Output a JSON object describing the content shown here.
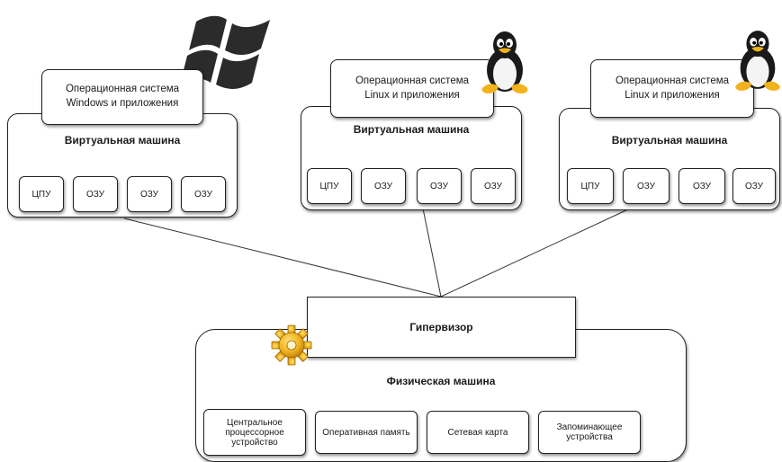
{
  "vm1": {
    "os": "Операционная система\nWindows и приложения",
    "title": "Виртуальная машина",
    "resources": [
      "ЦПУ",
      "ОЗУ",
      "ОЗУ",
      "ОЗУ"
    ],
    "logo_icon": "windows-logo-icon"
  },
  "vm2": {
    "os": "Операционная система\nLinux и приложения",
    "title": "Виртуальная машина",
    "resources": [
      "ЦПУ",
      "ОЗУ",
      "ОЗУ",
      "ОЗУ"
    ],
    "logo_icon": "tux-penguin-icon"
  },
  "vm3": {
    "os": "Операционная система\nLinux и приложения",
    "title": "Виртуальная машина",
    "resources": [
      "ЦПУ",
      "ОЗУ",
      "ОЗУ",
      "ОЗУ"
    ],
    "logo_icon": "tux-penguin-icon"
  },
  "hypervisor": {
    "label": "Гипервизор",
    "icon": "gear-icon"
  },
  "physical": {
    "title": "Физическая машина",
    "resources": [
      "Центральное\nпроцессорное\nустройство",
      "Оперативная память",
      "Сетевая карта",
      "Запоминающее\nустройства"
    ]
  }
}
